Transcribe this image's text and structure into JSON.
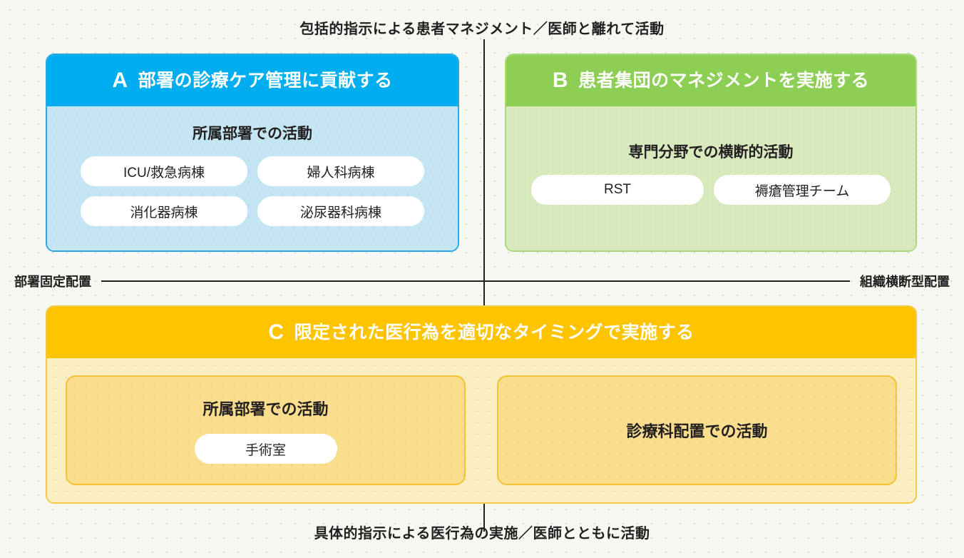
{
  "diagram": {
    "axes": {
      "top_label": "包括的指示による患者マネジメント／医師と離れて活動",
      "bottom_label": "具体的指示による医行為の実施／医師とともに活動",
      "left_label": "部署固定配置",
      "right_label": "組織横断型配置"
    },
    "colors": {
      "background": "#f7f8f1",
      "blue_header": "#00aeef",
      "blue_body": "#c4e6f2",
      "green_header": "#8dce54",
      "green_body": "#d9e9be",
      "yellow_header": "#ffc400",
      "yellow_body": "#fbeec2",
      "yellow_subpanel": "#fade8e",
      "axis_line": "#231f20",
      "chip_background": "#ffffff"
    },
    "cards": [
      {
        "letter": "A",
        "title": "部署の診療ケア管理に貢献する",
        "heading": "所属部署での活動",
        "chip_rows": [
          [
            "ICU/救急病棟",
            "婦人科病棟"
          ],
          [
            "消化器病棟",
            "泌尿器科病棟"
          ]
        ]
      },
      {
        "letter": "B",
        "title": "患者集団のマネジメントを実施する",
        "heading": "専門分野での横断的活動",
        "chips": [
          "RST",
          "褥瘡管理チーム"
        ]
      },
      {
        "letter": "C",
        "title": "限定された医行為を適切なタイミングで実施する",
        "subpanels": [
          {
            "heading": "所属部署での活動",
            "chips": [
              "手術室"
            ]
          },
          {
            "heading": "診療科配置での活動",
            "chips": []
          }
        ]
      }
    ]
  }
}
